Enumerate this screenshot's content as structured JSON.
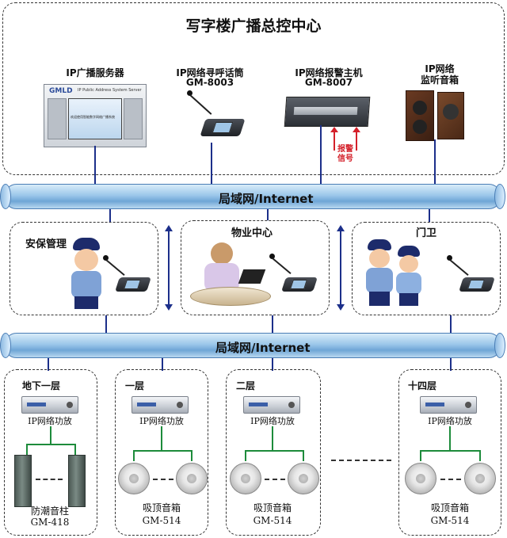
{
  "top": {
    "title": "写字楼广播总控中心",
    "devices": [
      {
        "name": "IP广播服务器",
        "model": ""
      },
      {
        "name": "IP网络寻呼话筒",
        "model": "GM-8003"
      },
      {
        "name": "IP网络报警主机",
        "model": "GM-8007"
      },
      {
        "name": "IP网络",
        "model": "监听音箱"
      }
    ],
    "alarm_label": "报警信号",
    "server_brand": "GMLD",
    "server_subtitle": "IP Public Address System Server",
    "screen_text": "欢迎使用智能数字网络广播系统"
  },
  "networks": {
    "upper": "局域网/Internet",
    "lower": "局域网/Internet"
  },
  "rooms": [
    {
      "name": "安保管理"
    },
    {
      "name": "物业中心"
    },
    {
      "name": "门卫"
    }
  ],
  "floors": [
    {
      "name": "地下一层",
      "amp_label": "IP网络功放",
      "speaker_name": "防潮音柱",
      "speaker_model": "GM-418"
    },
    {
      "name": "一层",
      "amp_label": "IP网络功放",
      "speaker_name": "吸顶音箱",
      "speaker_model": "GM-514"
    },
    {
      "name": "二层",
      "amp_label": "IP网络功放",
      "speaker_name": "吸顶音箱",
      "speaker_model": "GM-514"
    },
    {
      "name": "十四层",
      "amp_label": "IP网络功放",
      "speaker_name": "吸顶音箱",
      "speaker_model": "GM-514"
    }
  ],
  "colors": {
    "connector": "#1c2f8a",
    "pipe": "#9cc7ea",
    "speaker_wire": "#1d8b3b",
    "alarm_arrow": "#d4202a"
  }
}
